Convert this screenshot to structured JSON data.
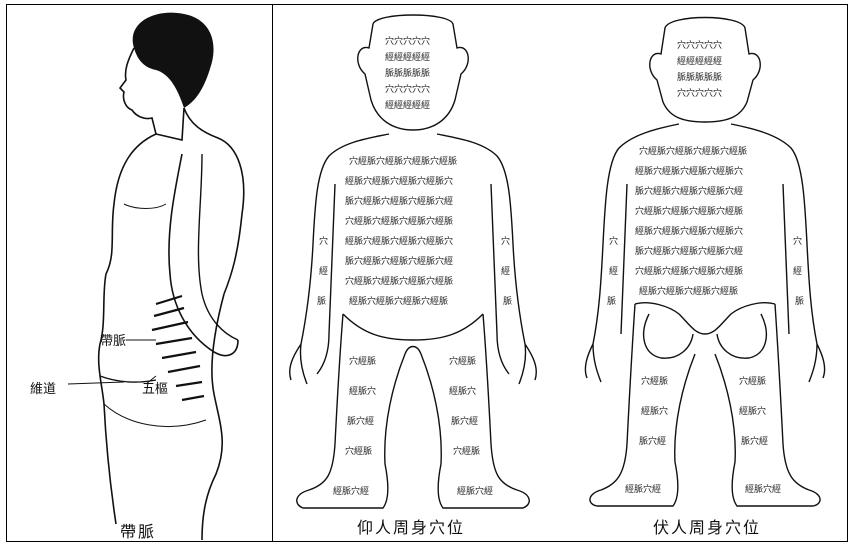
{
  "panels": [
    {
      "caption": "帶脈",
      "labels": {
        "daimai": "帶脈",
        "wushu": "五樞",
        "weidao": "維道"
      }
    },
    {
      "caption": "仰人周身穴位"
    },
    {
      "caption": "伏人周身穴位"
    }
  ],
  "colors": {
    "ink": "#111111",
    "paper": "#ffffff"
  }
}
